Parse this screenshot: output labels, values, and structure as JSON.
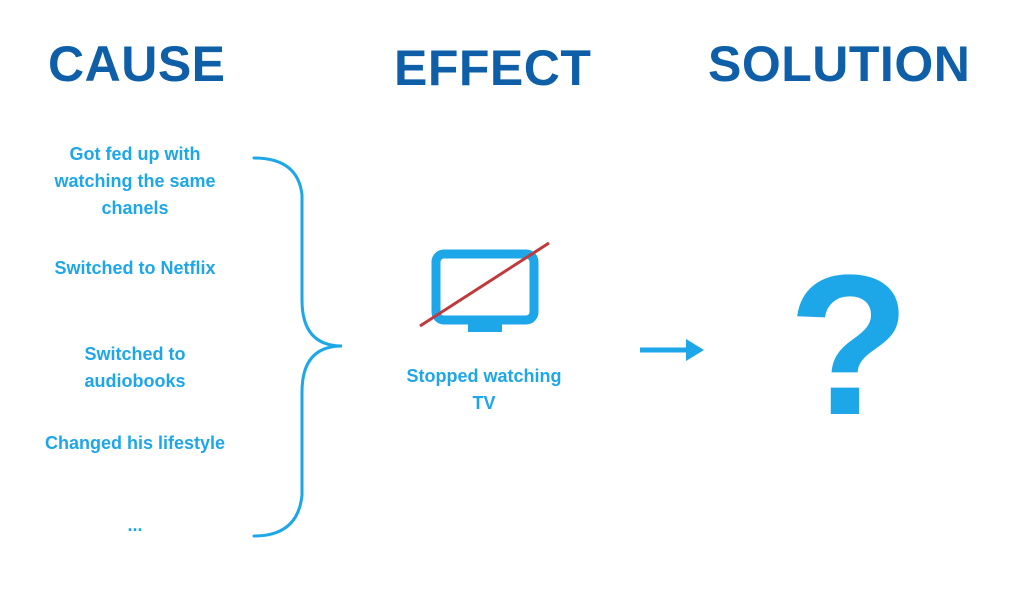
{
  "headings": {
    "cause": "CAUSE",
    "effect": "EFFECT",
    "solution": "SOLUTION"
  },
  "causes": [
    "Got fed up with watching the same chanels",
    "Switched to Netflix",
    "Switched to audiobooks",
    "Changed his lifestyle",
    "..."
  ],
  "effect": {
    "label": "Stopped watching TV",
    "icon": "crossed-out-tv-icon"
  },
  "solution": {
    "symbol": "?"
  },
  "colors": {
    "heading": "#0e5fa8",
    "accent": "#1ea7e8",
    "strike": "#c0393b"
  }
}
